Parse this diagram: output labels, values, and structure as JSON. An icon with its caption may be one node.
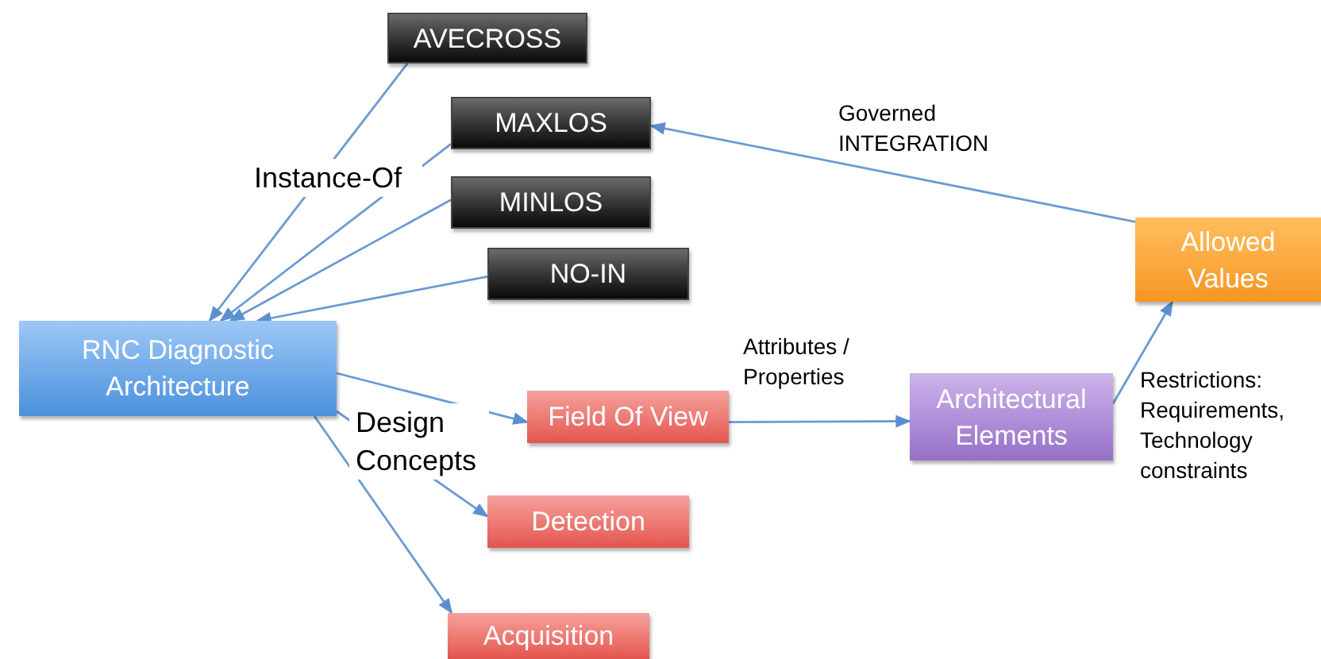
{
  "diagram": {
    "nodes": [
      {
        "text": [
          "AVECROSS"
        ]
      },
      {
        "text": [
          "MAXLOS"
        ]
      },
      {
        "text": [
          "MINLOS"
        ]
      },
      {
        "text": [
          "NO-IN"
        ]
      },
      {
        "text": [
          "RNC Diagnostic Architecture"
        ]
      },
      {
        "text": [
          "Field Of View"
        ]
      },
      {
        "text": [
          "Detection"
        ]
      },
      {
        "text": [
          "Acquisition"
        ]
      },
      {
        "text": [
          "Architectural Elements"
        ]
      },
      {
        "text": [
          "Allowed Values"
        ]
      }
    ],
    "edges": [
      {
        "from": 0,
        "to": 4,
        "arrow": "to"
      },
      {
        "from": 1,
        "to": 4,
        "arrow": "to"
      },
      {
        "from": 2,
        "to": 4,
        "arrow": "to"
      },
      {
        "from": 3,
        "to": 4,
        "arrow": "to"
      },
      {
        "from": 4,
        "to": 5,
        "arrow": "to"
      },
      {
        "from": 4,
        "to": 6,
        "arrow": "to"
      },
      {
        "from": 4,
        "to": 7,
        "arrow": "to"
      },
      {
        "from": 5,
        "to": 8,
        "arrow": "to",
        "label": "Attributes / Properties"
      },
      {
        "from": 8,
        "to": 9,
        "arrow": "to",
        "label": "Restrictions: Requirements, Technology constraints"
      },
      {
        "from": 9,
        "to": 1,
        "arrow": "to",
        "label": "Governed INTEGRATION"
      }
    ],
    "labels": [
      "Instance-Of",
      "Design Concepts"
    ]
  }
}
